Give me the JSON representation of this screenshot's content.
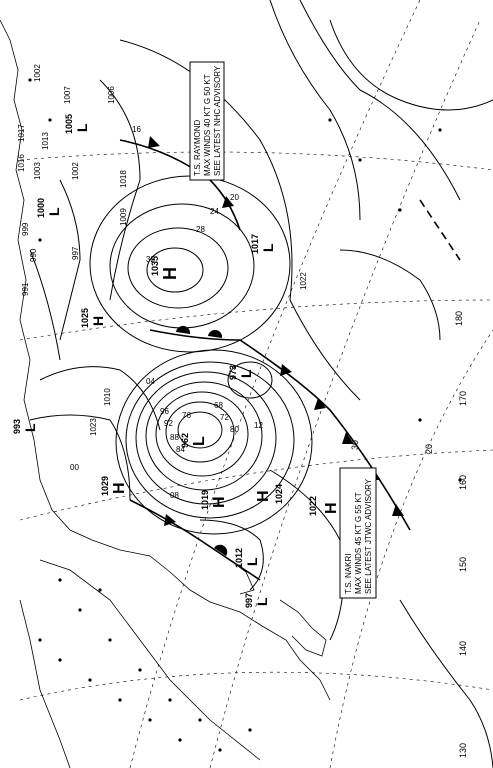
{
  "storms": [
    {
      "name_line": "T.S. RAYMOND",
      "wind_line": "MAX WINDS 40 KT G 50 KT",
      "advisory_line": "SEE LATEST NHC ADVISORY"
    },
    {
      "name_line": "T.S. NAKRI",
      "wind_line": "MAX WINDS 45 KT G 55 KT",
      "advisory_line": "SEE LATEST JTWC ADVISORY"
    }
  ],
  "pressure_centers": [
    {
      "type": "H",
      "value": "1035"
    },
    {
      "type": "H",
      "value": "1025"
    },
    {
      "type": "H",
      "value": "1029"
    },
    {
      "type": "H",
      "value": "1019"
    },
    {
      "type": "H",
      "value": "1024"
    },
    {
      "type": "H",
      "value": "1022"
    },
    {
      "type": "L",
      "value": "962"
    },
    {
      "type": "L",
      "value": "973"
    },
    {
      "type": "L",
      "value": "1012"
    },
    {
      "type": "L",
      "value": "997"
    },
    {
      "type": "L",
      "value": "1017"
    },
    {
      "type": "L",
      "value": "1005"
    },
    {
      "type": "L",
      "value": "1000"
    },
    {
      "type": "L",
      "value": "993"
    }
  ],
  "isobar_labels": [
    "1002",
    "1007",
    "1006",
    "1016",
    "1017",
    "1003",
    "1013",
    "1002",
    "1009",
    "1018",
    "999",
    "990",
    "991",
    "997",
    "1023",
    "1010",
    "1022",
    "16",
    "20",
    "24",
    "28",
    "32",
    "12",
    "08",
    "04",
    "96",
    "92",
    "88",
    "84",
    "80",
    "76",
    "72",
    "68",
    "00"
  ],
  "longitude_labels": [
    "180",
    "170",
    "160",
    "150",
    "140",
    "130"
  ],
  "latitude_labels": [
    "30",
    "20"
  ]
}
